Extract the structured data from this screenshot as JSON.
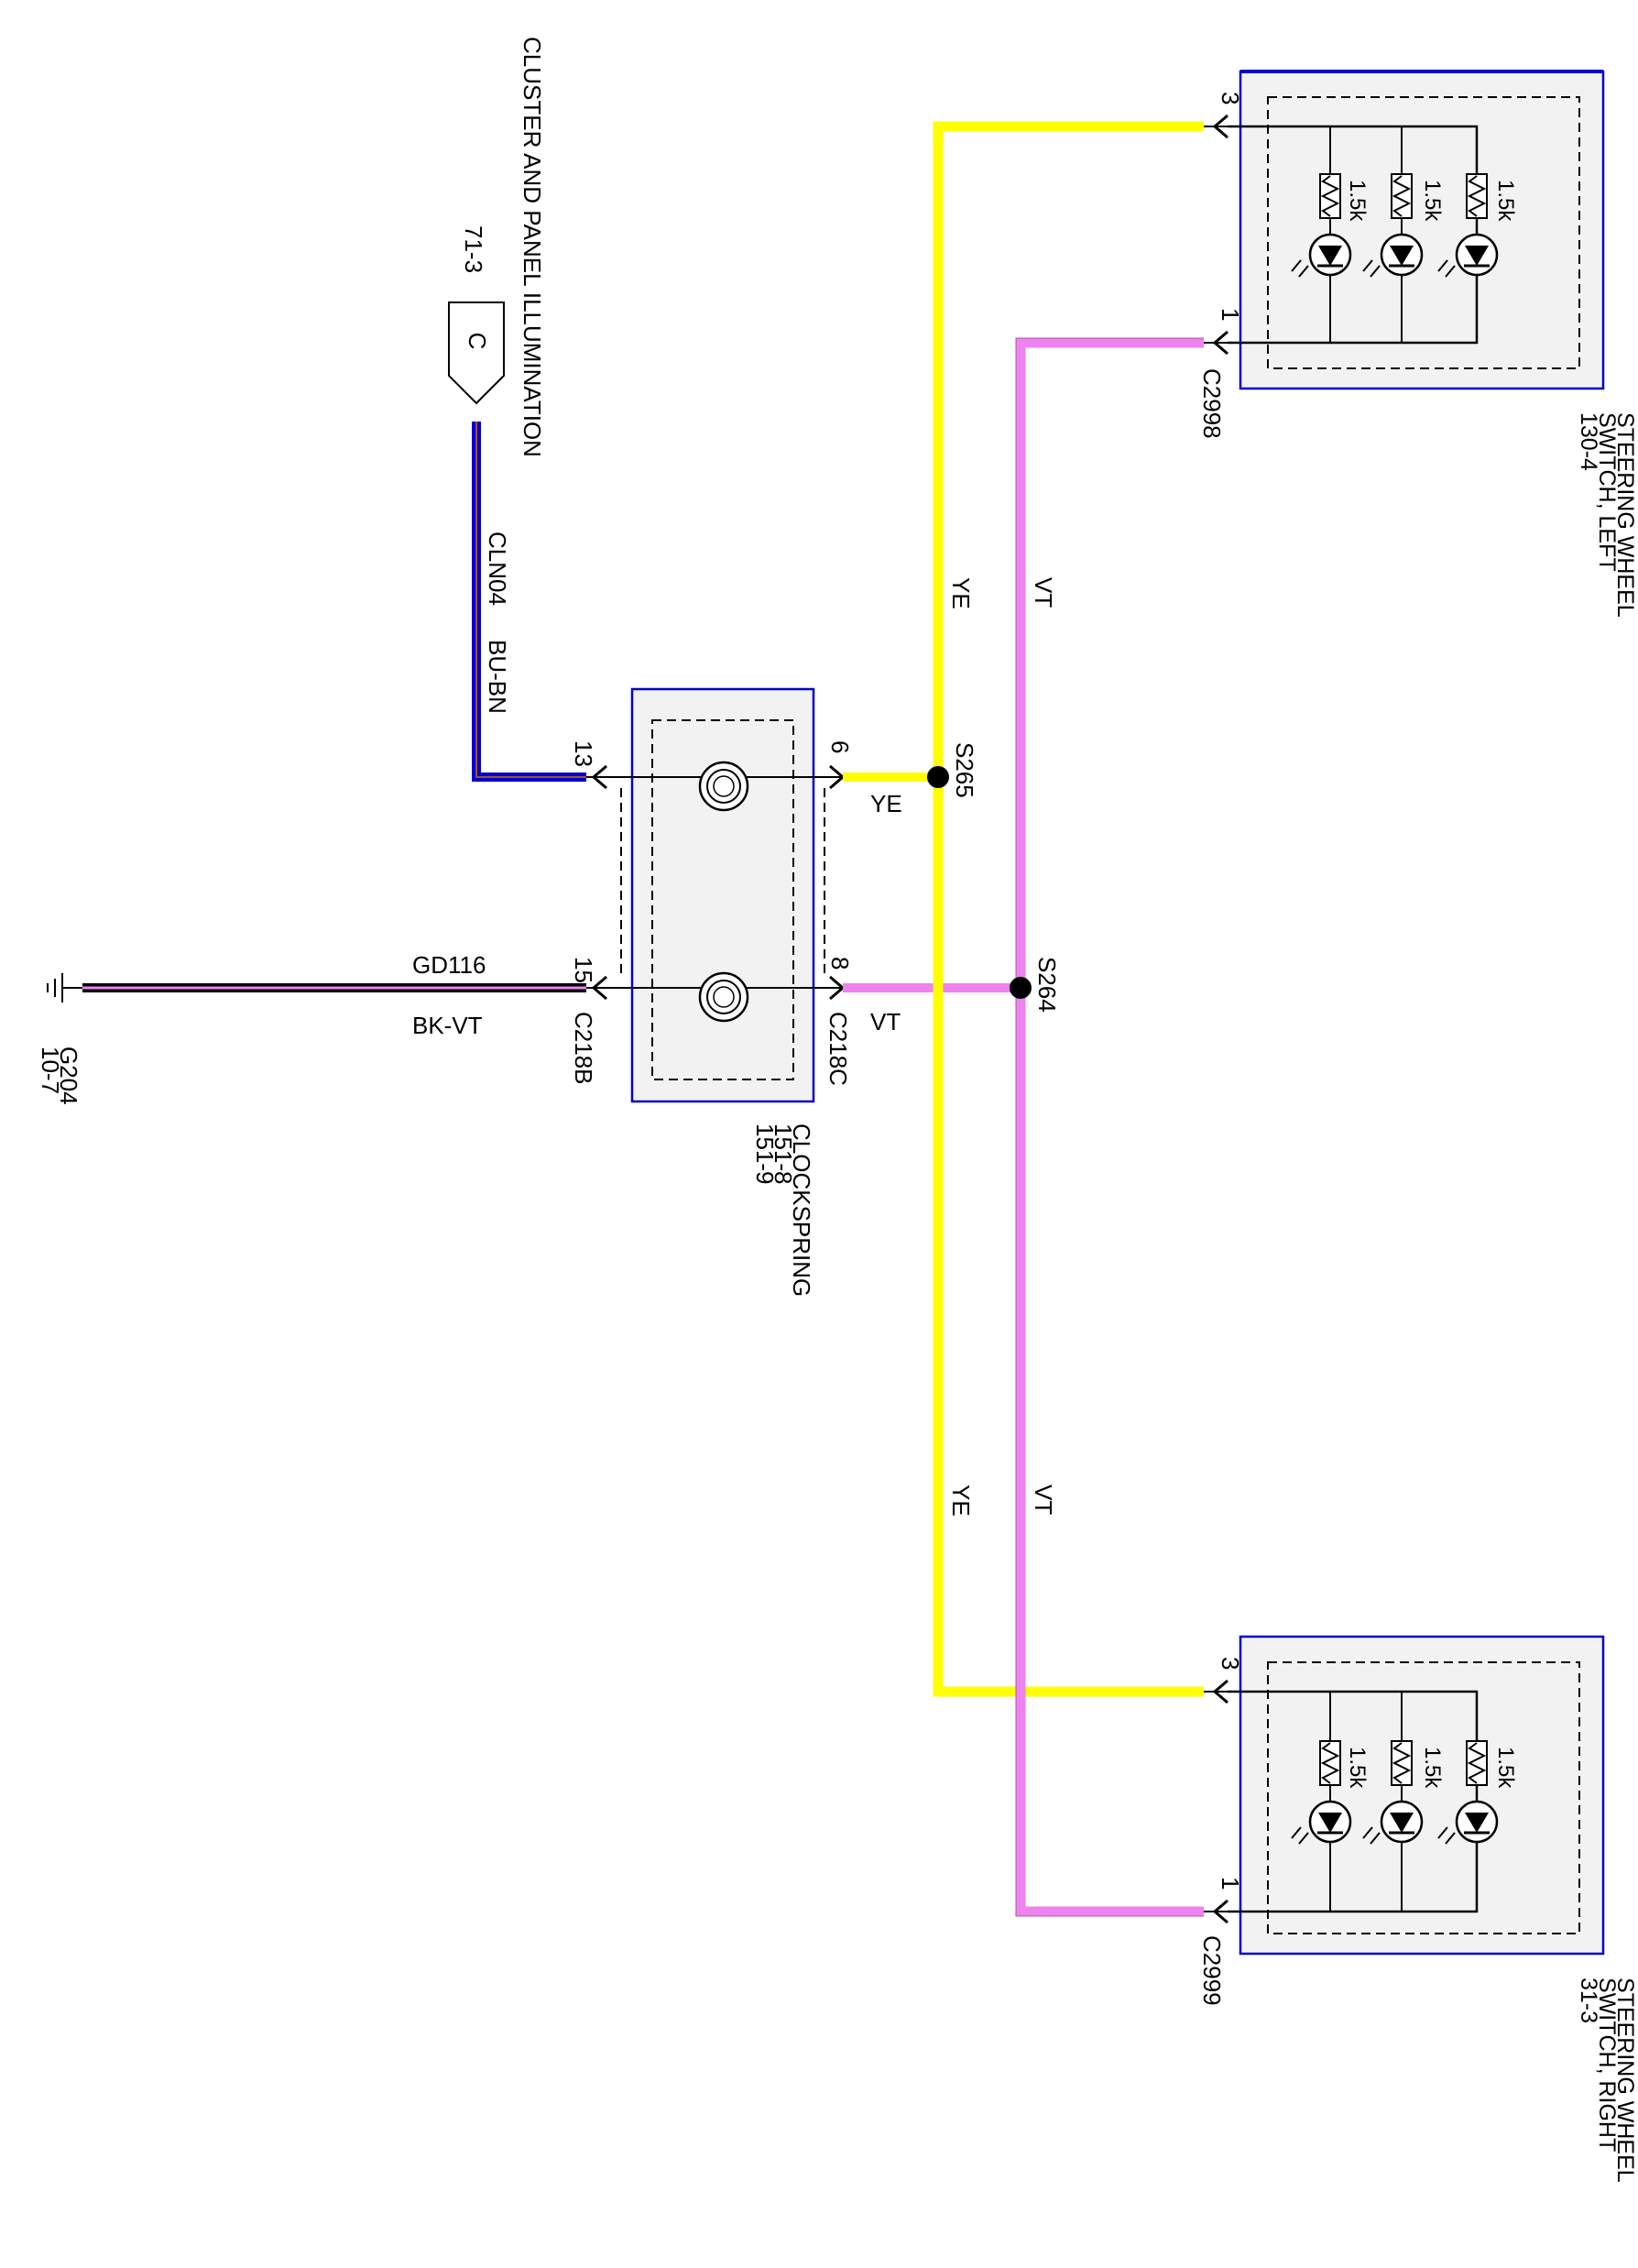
{
  "cluster": {
    "title": "CLUSTER AND PANEL ILLUMINATION",
    "ref": "71-3",
    "connector_letter": "C"
  },
  "wire_cln04": {
    "circuit": "CLN04",
    "color_code": "BU-BN"
  },
  "wire_gd116": {
    "circuit": "GD116",
    "color_code": "BK-VT"
  },
  "ground": {
    "name": "G204",
    "ref": "10-7"
  },
  "clockspring": {
    "title": "CLOCKSPRING",
    "ref1": "151-8",
    "ref2": "151-9",
    "connector_b": "C218B",
    "connector_c": "C218C",
    "pin_13": "13",
    "pin_15": "15",
    "pin_6": "6",
    "pin_8": "8",
    "wire_ye_label": "YE",
    "wire_vt_label": "VT"
  },
  "splices": {
    "s265": "S265",
    "s264": "S264"
  },
  "bus_labels": {
    "ye_upper": "YE",
    "vt_upper": "VT",
    "ye_lower": "YE",
    "vt_lower": "VT"
  },
  "switch_left": {
    "title_line1": "STEERING WHEEL",
    "title_line2": "SWITCH, LEFT",
    "ref": "130-4",
    "connector": "C2998",
    "pin_3": "3",
    "pin_1": "1",
    "resistor_values": [
      "1.5k",
      "1.5k",
      "1.5k"
    ]
  },
  "switch_right": {
    "title_line1": "STEERING WHEEL",
    "title_line2": "SWITCH, RIGHT",
    "ref": "31-3",
    "connector": "C2999",
    "pin_3": "3",
    "pin_1": "1",
    "resistor_values": [
      "1.5k",
      "1.5k",
      "1.5k"
    ]
  },
  "colors": {
    "yellow_wire": "#ffff00",
    "violet_wire": "#ee82ee",
    "blue_wire": "#0000cc",
    "border_blue": "#0000cc",
    "component_fill": "#f2f2f2"
  }
}
